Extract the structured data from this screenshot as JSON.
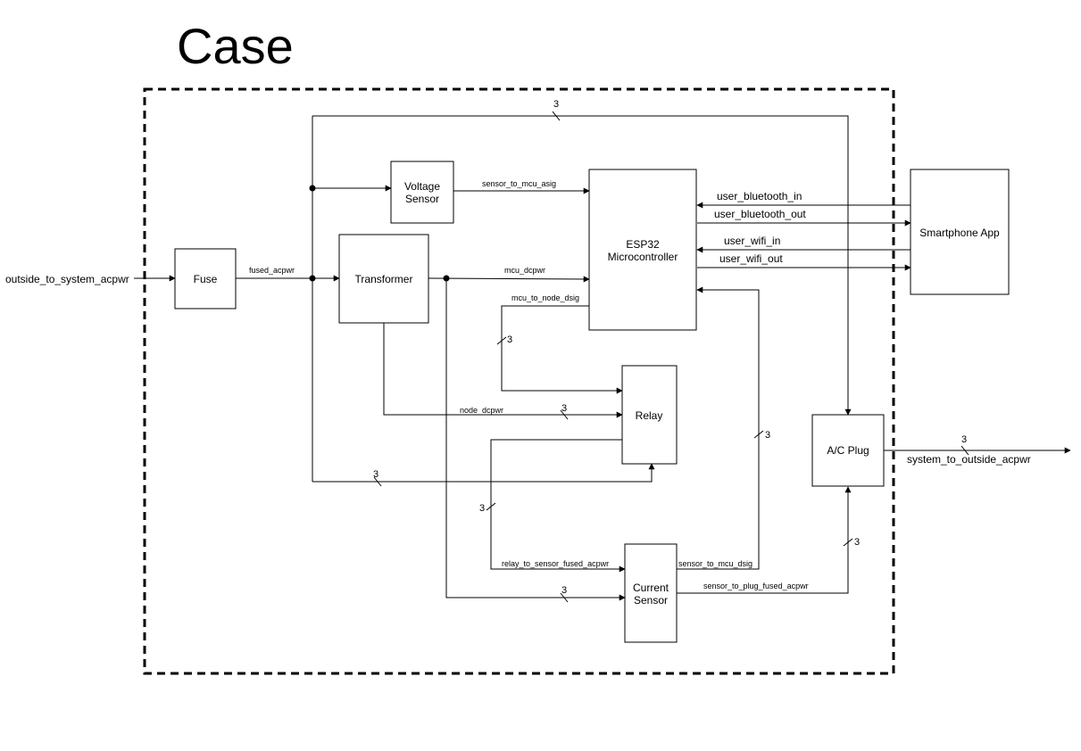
{
  "title": "Case",
  "blocks": {
    "fuse": "Fuse",
    "voltage_sensor": [
      "Voltage",
      "Sensor"
    ],
    "transformer": "Transformer",
    "esp32": [
      "ESP32",
      "Microcontroller"
    ],
    "relay": "Relay",
    "current_sensor": [
      "Current",
      "Sensor"
    ],
    "ac_plug": "A/C Plug",
    "smartphone": "Smartphone App"
  },
  "signals": {
    "outside_to_system_acpwr": "outside_to_system_acpwr",
    "fused_acpwr": "fused_acpwr",
    "sensor_to_mcu_asig": "sensor_to_mcu_asig",
    "mcu_dcpwr": "mcu_dcpwr",
    "mcu_to_node_dsig": "mcu_to_node_dsig",
    "node_dcpwr": "node_dcpwr",
    "relay_to_sensor_fused_acpwr": "relay_to_sensor_fused_acpwr",
    "sensor_to_mcu_dsig": "sensor_to_mcu_dsig",
    "sensor_to_plug_fused_acpwr": "sensor_to_plug_fused_acpwr",
    "user_bluetooth_in": "user_bluetooth_in",
    "user_bluetooth_out": "user_bluetooth_out",
    "user_wifi_in": "user_wifi_in",
    "user_wifi_out": "user_wifi_out",
    "system_to_outside_acpwr": "system_to_outside_acpwr"
  },
  "bus_width": "3"
}
